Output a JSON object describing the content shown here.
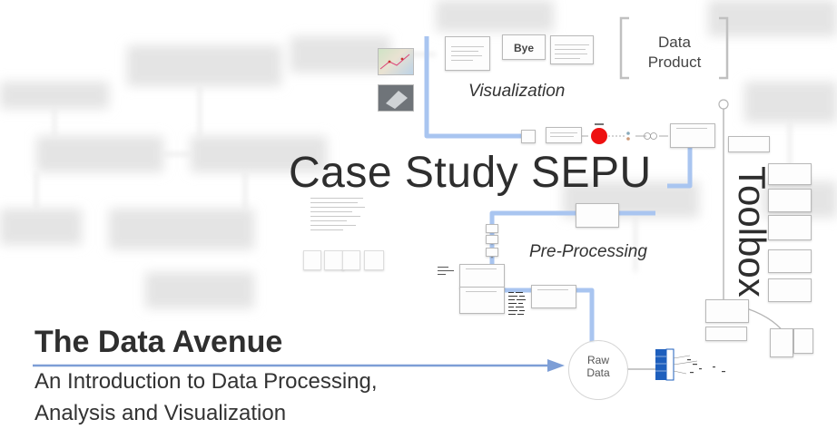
{
  "title": "Case Study SEPU",
  "presentation": {
    "main_title": "The Data Avenue",
    "subtitle_line1": "An Introduction to Data Processing,",
    "subtitle_line2": "Analysis and Visualization"
  },
  "diagram": {
    "nodes": {
      "bye": "Bye",
      "data_product": "Data Product",
      "visualization": "Visualization",
      "pre_processing": "Pre-Processing",
      "toolbox": "Toolbox",
      "raw_data": "Raw Data"
    }
  },
  "colors": {
    "path": "#a9c5f0",
    "arrow": "#7d9ed6",
    "dot": "#ee1111",
    "text_dark": "#2e2e2e",
    "bracket": "#c0c0c0"
  }
}
